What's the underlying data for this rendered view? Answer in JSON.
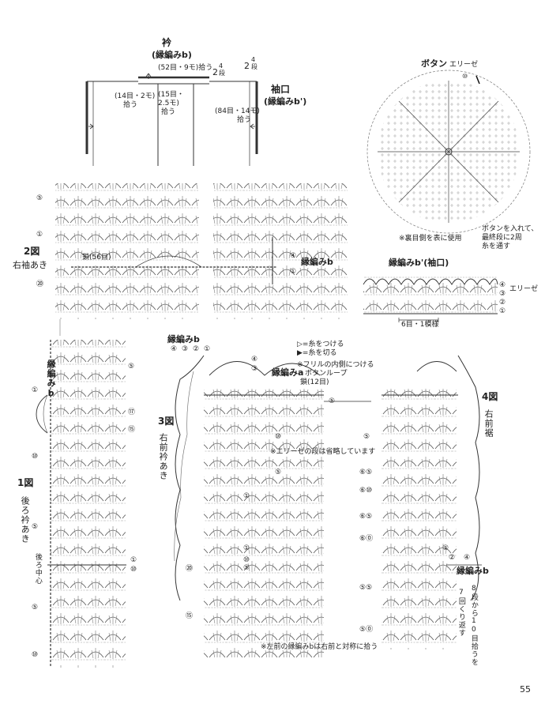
{
  "collar": {
    "title": "衿",
    "pattern": "(縁編みb)",
    "stitch_top": "(52目・9モ)拾う",
    "left_pick": "(14目・2モ)",
    "left_pick2": "拾う",
    "mid_pick": "(15目・",
    "mid_pick2": "2.5モ)",
    "mid_pick3": "拾う",
    "rows": "2",
    "rows_frac": "4\n段"
  },
  "cuff": {
    "title": "袖口",
    "pattern": "(縁編みb')",
    "pick": "(84目・14モ)",
    "pick2": "拾う",
    "rows": "2",
    "rows_frac": "4\n段"
  },
  "button": {
    "title": "ボタン",
    "edging": "エリーゼ",
    "note_back": "※裏目側を表に使用",
    "note_insert": "ボタンを入れて、",
    "note_last": "最終段に2周",
    "note_thread": "糸を通す",
    "row10": "⑩"
  },
  "edgebp": {
    "title": "縁編みb'(袖口)",
    "label_elise": "エリーゼ",
    "repeat": "6目・1模様",
    "rows": [
      "④",
      "③",
      "②",
      "①"
    ]
  },
  "fig2": {
    "title": "2図",
    "subtitle": "右袖あき",
    "chain": "鎖(56目)",
    "edge_b": "縁編みb",
    "row5": "⑤",
    "row1": "①",
    "row20": "⑳",
    "r4": "④",
    "r1": "①"
  },
  "fig1": {
    "title": "1図",
    "subtitle": "後ろ衿あき",
    "center": "後ろ中心",
    "edge_b": "縁編みb",
    "rows": [
      "⑤",
      "⑰",
      "⑮",
      "⑩",
      "⑤",
      "①",
      "⑩",
      "⑤",
      "⑩",
      "①"
    ]
  },
  "fig3": {
    "title": "3図",
    "subtitle": "右前衿あき",
    "edge_b": "縁編みb",
    "edge_a": "縁編みa",
    "legend_attach": "▷=糸をつける",
    "legend_cut": "▶=糸を切る",
    "frill_note": "※フリルの内側につける",
    "button_loop": "ボタンループ",
    "chain12": "鎖(12目)",
    "elise_note": "※エリーゼの段は省略しています",
    "left_note": "※左前の縁編みbは右前と対称に拾う",
    "rows": [
      "④",
      "③",
      "②",
      "①",
      "④",
      "③",
      "⑤",
      "⑩",
      "⑤",
      "①",
      "⑩",
      "⑤",
      "①",
      "⑳",
      "⑮"
    ]
  },
  "fig4": {
    "title": "4図",
    "subtitle": "右前裾",
    "edge_b": "縁編みb",
    "pick_note": "8段から10目拾うを",
    "repeat_note": "7回くり返す",
    "rows": [
      "⑩",
      "⑤",
      "⑥⑤",
      "⑥⑩",
      "⑥⑤",
      "⑥⓪",
      "⑤⑤",
      "⑤⓪",
      "②",
      "④",
      "①"
    ]
  },
  "page_number": "55"
}
